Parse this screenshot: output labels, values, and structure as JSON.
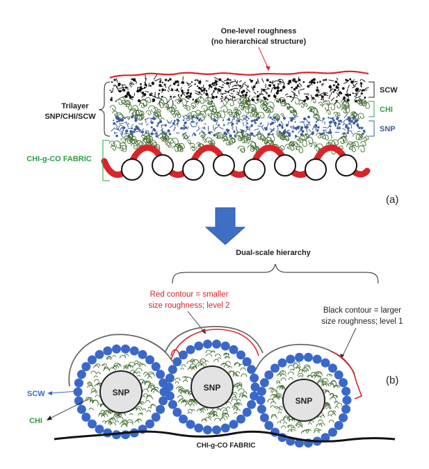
{
  "panel_a": {
    "roughness_line1": "One-level roughness",
    "roughness_line2": "(no hierarchical structure)",
    "trilayer_line1": "Trilayer",
    "trilayer_line2": "SNP/CHI/SCW",
    "layer_scw": "SCW",
    "layer_chi": "CHI",
    "layer_snp": "SNP",
    "fabric": "CHI-g-CO FABRIC",
    "panel_label": "(a)"
  },
  "panel_b": {
    "hierarchy_title": "Dual-scale hierarchy",
    "red_line1": "Red contour = smaller",
    "red_line2": "size roughness; level 2",
    "black_line1": "Black contour = larger",
    "black_line2": "size roughness; level 1",
    "snp_label": "SNP",
    "scw_label": "SCW",
    "chi_label": "CHI",
    "fabric": "CHI-g-CO FABRIC",
    "panel_label": "(b)"
  },
  "colors": {
    "red": "#d9242a",
    "green": "#2f9e44",
    "navy": "#3c5b9c",
    "scw_blue": "#3a68c8",
    "arrow_blue": "#3f6fc4",
    "fiber_green": "#3e6a2c",
    "snp_gray": "#e3e3e3"
  }
}
